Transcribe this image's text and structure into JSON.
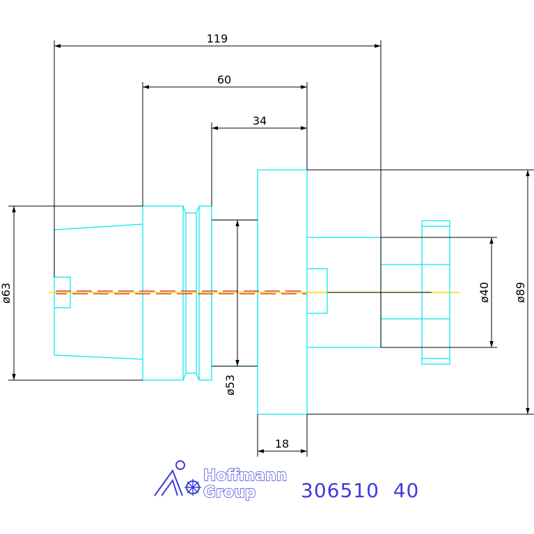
{
  "drawing": {
    "dimensions": {
      "overall_length": "119",
      "collet_body_length": "60",
      "neck_length": "34",
      "flange_thickness": "18",
      "collet_diameter": "ø63",
      "neck_diameter": "ø53",
      "pilot_diameter": "ø40",
      "flange_diameter": "ø89"
    },
    "colors": {
      "outline": "#00e5ee",
      "dimension": "#000000",
      "centerline_dash": "#cc2222",
      "centerline_axis": "#ffd400",
      "brand": "#3b3bdc"
    }
  },
  "logo": {
    "line1": "Hoffmann",
    "line2": "Group",
    "icon": "hoffmann-figure-icon"
  },
  "part_number": "306510  40"
}
